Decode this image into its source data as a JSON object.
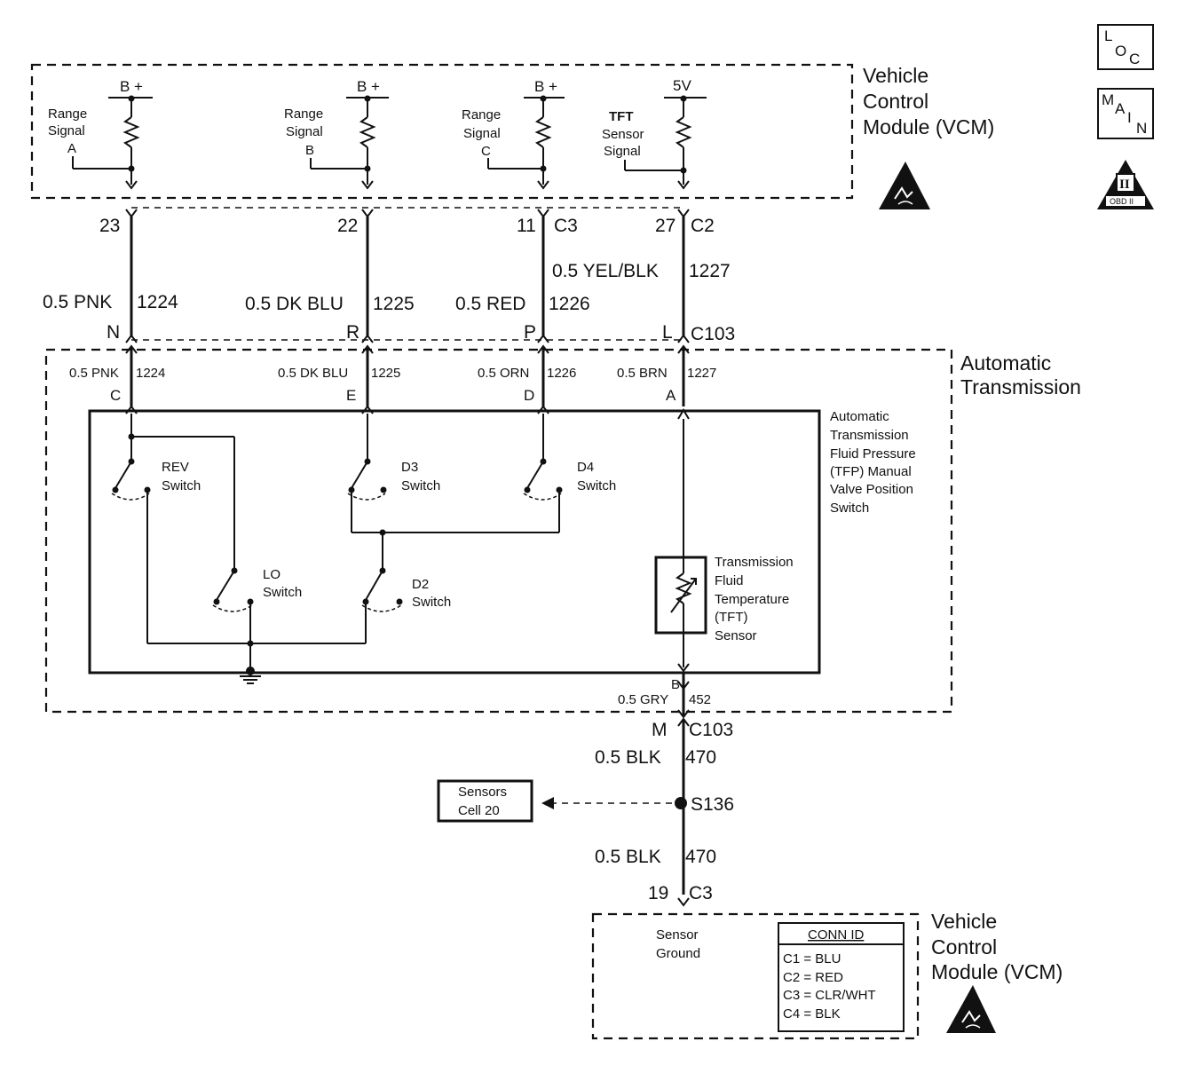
{
  "vcm_top": {
    "title_lines": [
      "Vehicle",
      "Control",
      "Module (VCM)"
    ],
    "circuits": [
      {
        "supply": "B +",
        "label_lines": [
          "Range",
          "Signal",
          "A"
        ]
      },
      {
        "supply": "B +",
        "label_lines": [
          "Range",
          "Signal",
          "B"
        ]
      },
      {
        "supply": "B +",
        "label_lines": [
          "Range",
          "Signal",
          "C"
        ]
      },
      {
        "supply": "5V",
        "label_lines": [
          "TFT",
          "Sensor",
          "Signal"
        ]
      }
    ]
  },
  "vcm_pins": [
    {
      "pin": "23",
      "connector": ""
    },
    {
      "pin": "22",
      "connector": ""
    },
    {
      "pin": "11",
      "connector": "C3"
    },
    {
      "pin": "27",
      "connector": "C2"
    }
  ],
  "wires_upper": [
    {
      "gauge_color": "0.5 PNK",
      "circuit": "1224"
    },
    {
      "gauge_color": "0.5 DK BLU",
      "circuit": "1225"
    },
    {
      "gauge_color": "0.5 RED",
      "circuit": "1226"
    },
    {
      "gauge_color": "0.5 YEL/BLK",
      "circuit": "1227"
    }
  ],
  "c103_terminals": [
    "N",
    "R",
    "P",
    "L"
  ],
  "c103_label": "C103",
  "transmission": {
    "title_lines": [
      "Automatic",
      "Transmission"
    ],
    "wires": [
      {
        "gauge_color": "0.5 PNK",
        "circuit": "1224",
        "terminal": "C"
      },
      {
        "gauge_color": "0.5 DK BLU",
        "circuit": "1225",
        "terminal": "E"
      },
      {
        "gauge_color": "0.5 ORN",
        "circuit": "1226",
        "terminal": "D"
      },
      {
        "gauge_color": "0.5 BRN",
        "circuit": "1227",
        "terminal": "A"
      }
    ],
    "tfp_lines": [
      "Automatic",
      "Transmission",
      "Fluid Pressure",
      "(TFP) Manual",
      "Valve Position",
      "Switch"
    ],
    "switches": [
      {
        "label_lines": [
          "REV",
          "Switch"
        ]
      },
      {
        "label_lines": [
          "D3",
          "Switch"
        ]
      },
      {
        "label_lines": [
          "D4",
          "Switch"
        ]
      },
      {
        "label_lines": [
          "LO",
          "Switch"
        ]
      },
      {
        "label_lines": [
          "D2",
          "Switch"
        ]
      }
    ],
    "tft_lines": [
      "Transmission",
      "Fluid",
      "Temperature",
      "(TFT)",
      "Sensor"
    ],
    "terminal_b": "B",
    "ground_wire": {
      "gauge_color": "0.5 GRY",
      "circuit": "452"
    }
  },
  "lower": {
    "c103_terminal": "M",
    "c103_label": "C103",
    "wire1": {
      "gauge_color": "0.5 BLK",
      "circuit": "470"
    },
    "splice": "S136",
    "ref_box_lines": [
      "Sensors",
      "Cell 20"
    ],
    "wire2": {
      "gauge_color": "0.5 BLK",
      "circuit": "470"
    },
    "pin": "19",
    "connector": "C3"
  },
  "vcm_bottom": {
    "title_lines": [
      "Vehicle",
      "Control",
      "Module (VCM)"
    ],
    "sensor_ground_lines": [
      "Sensor",
      "Ground"
    ],
    "conn_id": {
      "title": "CONN ID",
      "rows": [
        "C1  =  BLU",
        "C2  =  RED",
        "C3  =  CLR/WHT",
        "C4  =  BLK"
      ]
    }
  },
  "icons": {
    "loc": [
      "L",
      "O",
      "C"
    ],
    "main": [
      "M",
      "A",
      "I",
      "N"
    ],
    "obd": [
      "II",
      "OBD II"
    ]
  }
}
